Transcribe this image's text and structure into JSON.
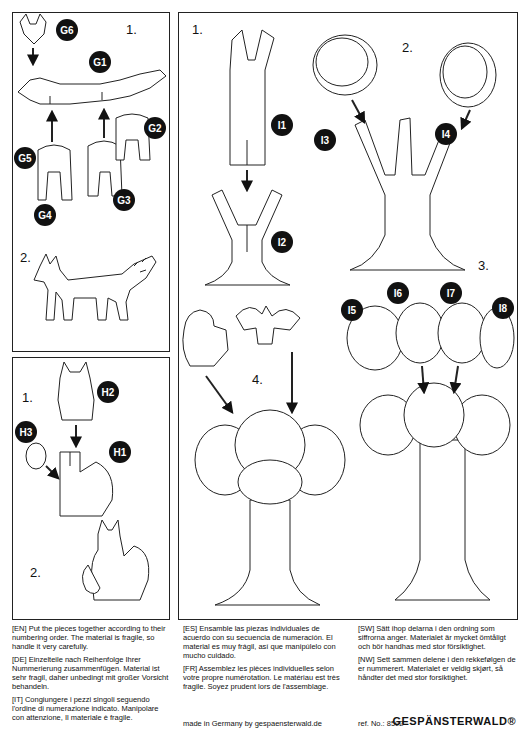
{
  "diagram": {
    "nodes": [
      {
        "text": [
          "1.",
          "2."
        ]
      },
      {
        "text": [
          "G6"
        ],
        "in": 0
      },
      {
        "text": [
          "G1"
        ],
        "in": 0
      },
      {
        "text": [
          "G2"
        ],
        "in": 0
      },
      {
        "text": [
          "G5"
        ],
        "in": 0
      },
      {
        "text": [
          "G3"
        ],
        "in": 0
      },
      {
        "text": [
          "G4"
        ],
        "in": 0
      },
      {
        "text": [
          "1.",
          "2."
        ]
      },
      {
        "text": [
          "H2"
        ],
        "in": 7
      },
      {
        "text": [
          "H3"
        ],
        "in": 7
      },
      {
        "text": [
          "H1"
        ],
        "in": 7
      },
      {
        "text": [
          "1.",
          "2.",
          "3.",
          "4."
        ]
      },
      {
        "text": [
          "I1"
        ],
        "in": 11
      },
      {
        "text": [
          "I2"
        ],
        "in": 11
      },
      {
        "text": [
          "I3"
        ],
        "in": 11
      },
      {
        "text": [
          "I4"
        ],
        "in": 11
      },
      {
        "text": [
          "I5"
        ],
        "in": 11
      },
      {
        "text": [
          "I6"
        ],
        "in": 11
      },
      {
        "text": [
          "I7"
        ],
        "in": 11
      },
      {
        "text": [
          "I8"
        ],
        "in": 11
      }
    ],
    "labels": [
      "[EN] Put the pieces together according to their numbering order. The material is fragile, so handle it very carefully.",
      "[DE] Einzelteile nach Reihenfolge Ihrer Nummerierung zusammenfügen. Material ist sehr fragil, daher unbedingt mit großer Vorsicht behandeln.",
      "[IT] Congiungere i pezzi singoli seguendo l'ordine di numerazione indicato. Manipolare con attenzione, Il materiale è fragile.",
      "[ES] Ensamble las piezas individuales de acuerdo con su secuencia de numeración. El material es muy frágil, así que manipúlelo con mucho cuidado.",
      "[FR] Assemblez les pièces individuelles selon votre propre numérotation. Le matériau est très fragile. Soyez prudent lors de l'assemblage.",
      "[SW] Sätt ihop delarna i den ordning som siffrorna anger. Materialet är mycket ömtåligt och bör handhas med stor försiktighet.",
      "[NW] Sett sammen delene i den rekkefølgen de er nummerert. Materialet er veldig skjørt, så håndter det med stor forsiktighet.",
      "made in Germany by gespaensterwald.de",
      "ref. No.: 8502",
      "GESPÄNSTERWALD®"
    ]
  }
}
